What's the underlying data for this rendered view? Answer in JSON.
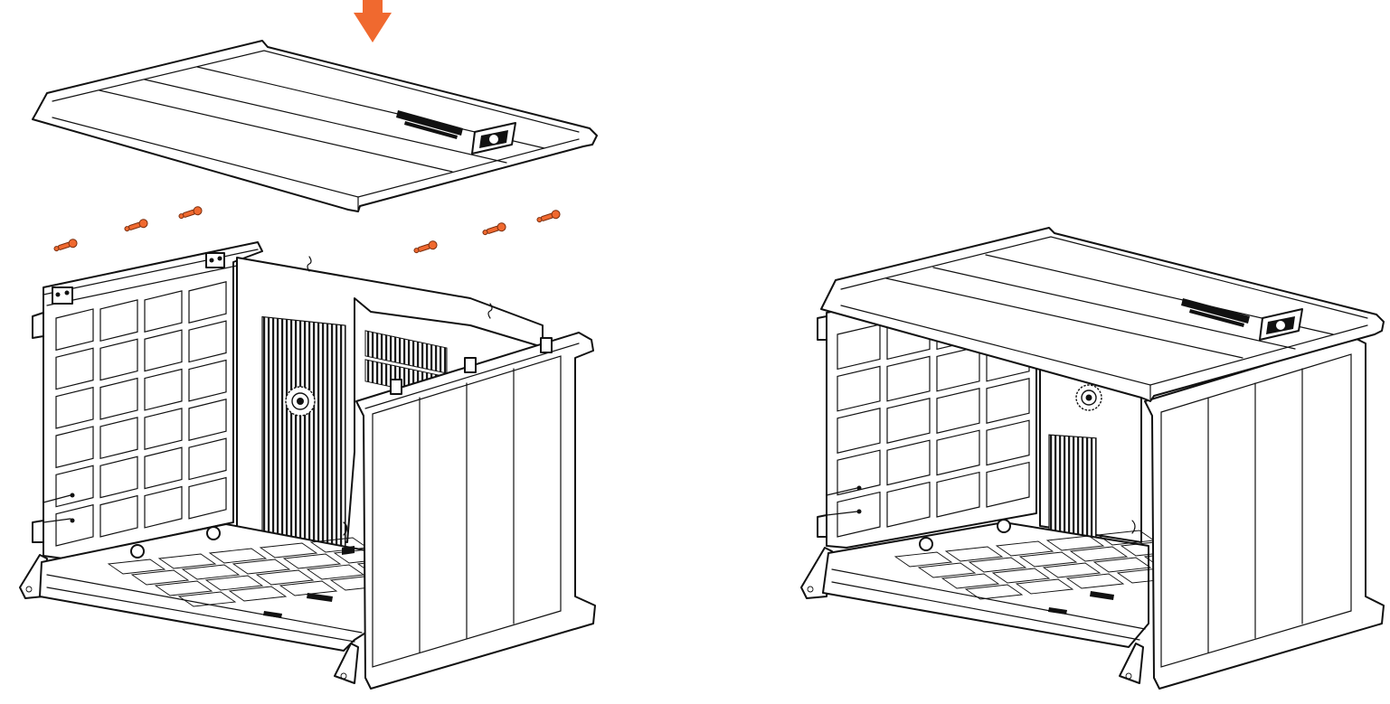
{
  "colors": {
    "accent": "#f0692f",
    "line": "#111111",
    "background": "#ffffff"
  },
  "icons": {
    "arrow": "down-arrow-icon",
    "pin": "push-pin-icon",
    "logo": "brand-logo-badge"
  },
  "steps": [
    {
      "name": "exploded-view",
      "pins_shown": 6
    },
    {
      "name": "assembled-view",
      "pins_shown": 0
    }
  ]
}
